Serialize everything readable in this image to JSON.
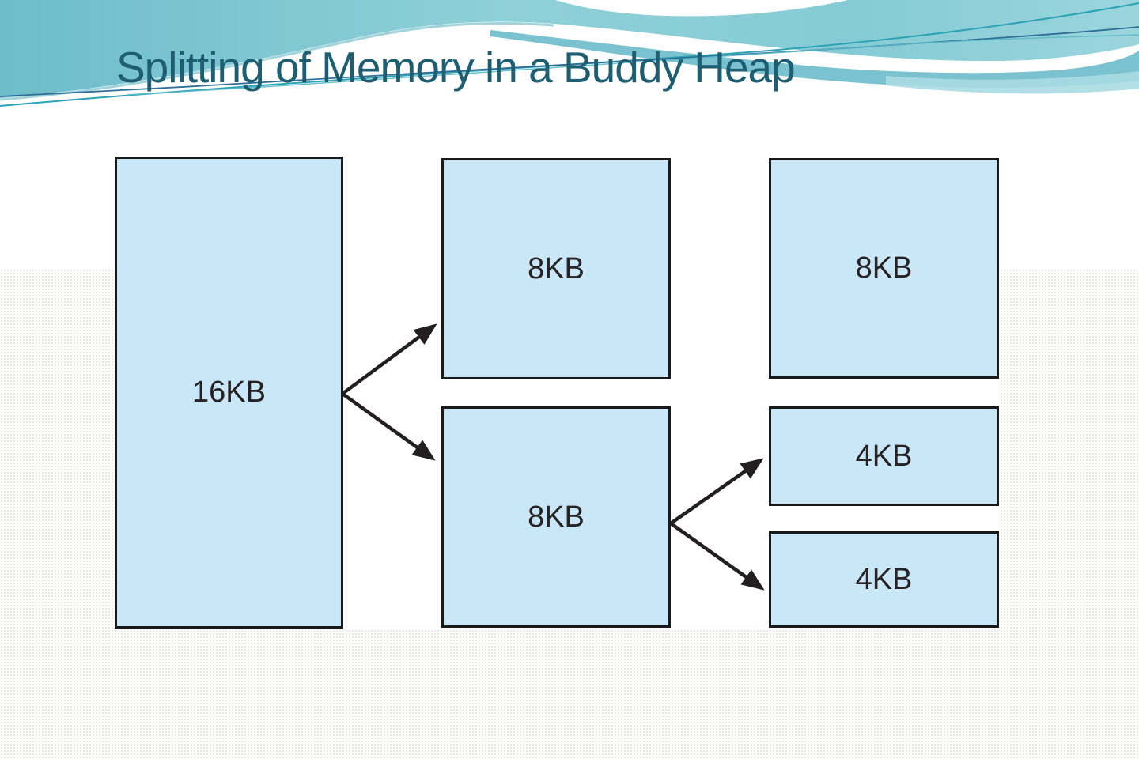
{
  "slide": {
    "title": "Splitting of Memory in a Buddy Heap",
    "title_color": "#1d5e72",
    "background": "#fbfbf9",
    "theme_wave_colors": [
      "#6ebdcb",
      "#8fd0d8",
      "#7ac2cf",
      "#aadce2"
    ],
    "accent_line_colors": [
      "#2ba3b4",
      "#2f6e97",
      "#5cb9c6"
    ]
  },
  "diagram": {
    "description": "Buddy heap memory splitting: a 16KB block splits into two 8KB blocks; the lower 8KB block splits into two 4KB blocks",
    "block_fill": "#c9e7f7",
    "block_border": "#1a1a1a",
    "arrow_color": "#231f20",
    "blocks": [
      {
        "id": "block-16kb",
        "label": "16KB",
        "column": "left",
        "size_kb": 16
      },
      {
        "id": "block-8kb-top",
        "label": "8KB",
        "column": "middle",
        "size_kb": 8
      },
      {
        "id": "block-8kb-bottom",
        "label": "8KB",
        "column": "middle",
        "size_kb": 8
      },
      {
        "id": "block-8kb-right",
        "label": "8KB",
        "column": "right",
        "size_kb": 8
      },
      {
        "id": "block-4kb-top",
        "label": "4KB",
        "column": "right",
        "size_kb": 4
      },
      {
        "id": "block-4kb-bottom",
        "label": "4KB",
        "column": "right",
        "size_kb": 4
      }
    ],
    "splits": [
      {
        "from": "block-16kb",
        "to": [
          "block-8kb-top",
          "block-8kb-bottom"
        ]
      },
      {
        "from": "block-8kb-bottom",
        "to": [
          "block-4kb-top",
          "block-4kb-bottom"
        ]
      }
    ]
  }
}
